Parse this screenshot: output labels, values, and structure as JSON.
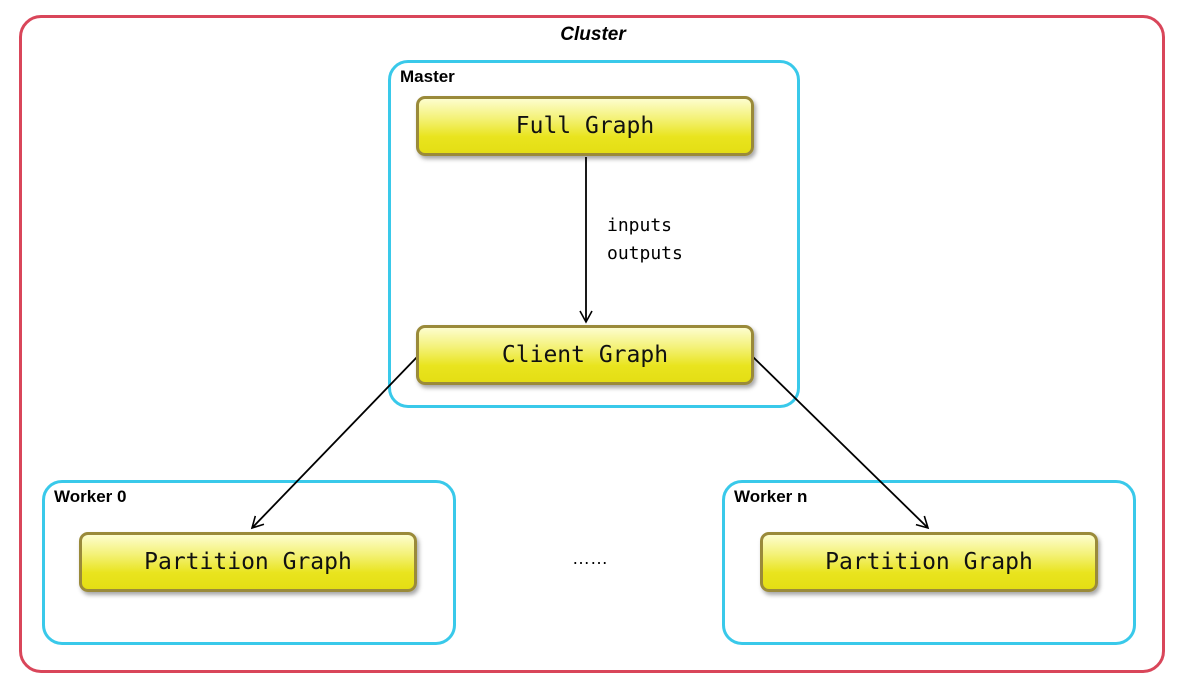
{
  "cluster": {
    "title": "Cluster"
  },
  "groups": {
    "master": {
      "label": "Master"
    },
    "worker0": {
      "label": "Worker 0"
    },
    "workern": {
      "label": "Worker n"
    }
  },
  "nodes": {
    "full_graph": "Full Graph",
    "client_graph": "Client Graph",
    "partition_graph_0": "Partition Graph",
    "partition_graph_n": "Partition Graph"
  },
  "edges": {
    "full_to_client": {
      "label_line1": "inputs",
      "label_line2": "outputs"
    }
  },
  "ellipsis": "……",
  "colors": {
    "cluster_border": "#d9465a",
    "group_border": "#39c9ea",
    "node_border": "#9a8a3a",
    "node_fill": "#e9e41e"
  }
}
